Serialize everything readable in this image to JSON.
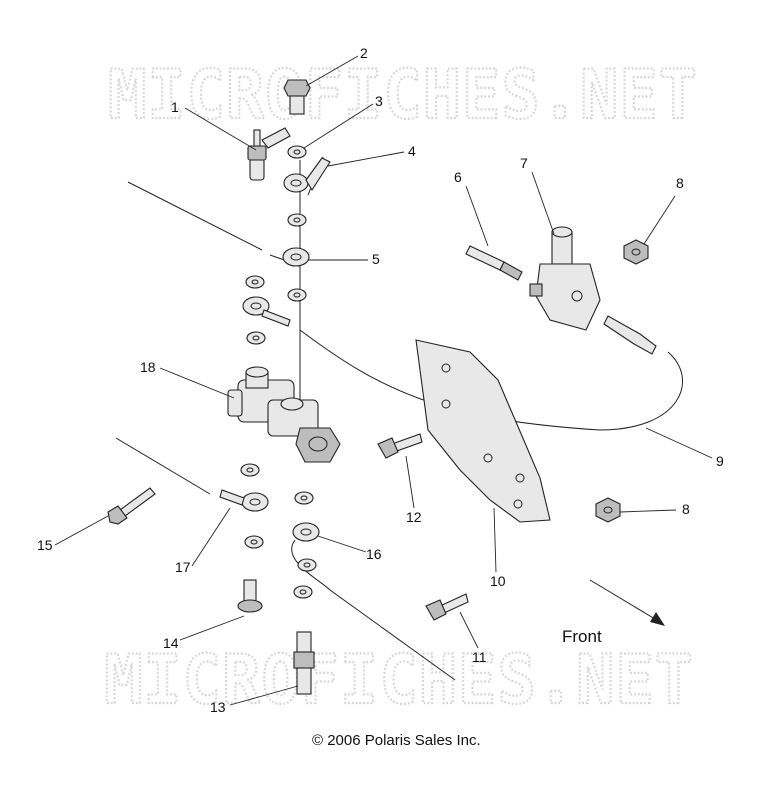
{
  "watermark": "MICROFICHES.NET",
  "direction_label": "Front",
  "copyright": "© 2006 Polaris Sales Inc.",
  "callouts": [
    "1",
    "2",
    "3",
    "4",
    "5",
    "6",
    "7",
    "8",
    "8",
    "9",
    "10",
    "11",
    "12",
    "13",
    "14",
    "15",
    "16",
    "17",
    "18"
  ]
}
